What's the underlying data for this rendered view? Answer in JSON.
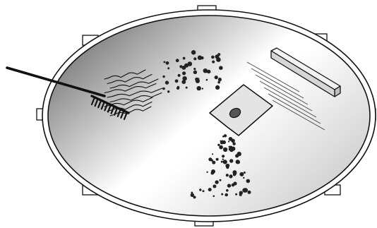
{
  "illustration": {
    "subject": "",
    "colors": {
      "outline": "#111111",
      "rim_fill": "#ffffff",
      "gradient_light": "#ffffff",
      "gradient_mid": "#c9c9c9",
      "gradient_dark": "#6e6e6e",
      "seed": "#222222",
      "packet": "#e4e4e4",
      "plank": "#f2f2f2"
    },
    "parts": {
      "left_section": "rake-and-furrows",
      "upper_middle_section": "broadcast-seed",
      "right_section": "plank-and-tamp-lines",
      "lower_middle_section": "seed-packet-pouring"
    }
  }
}
